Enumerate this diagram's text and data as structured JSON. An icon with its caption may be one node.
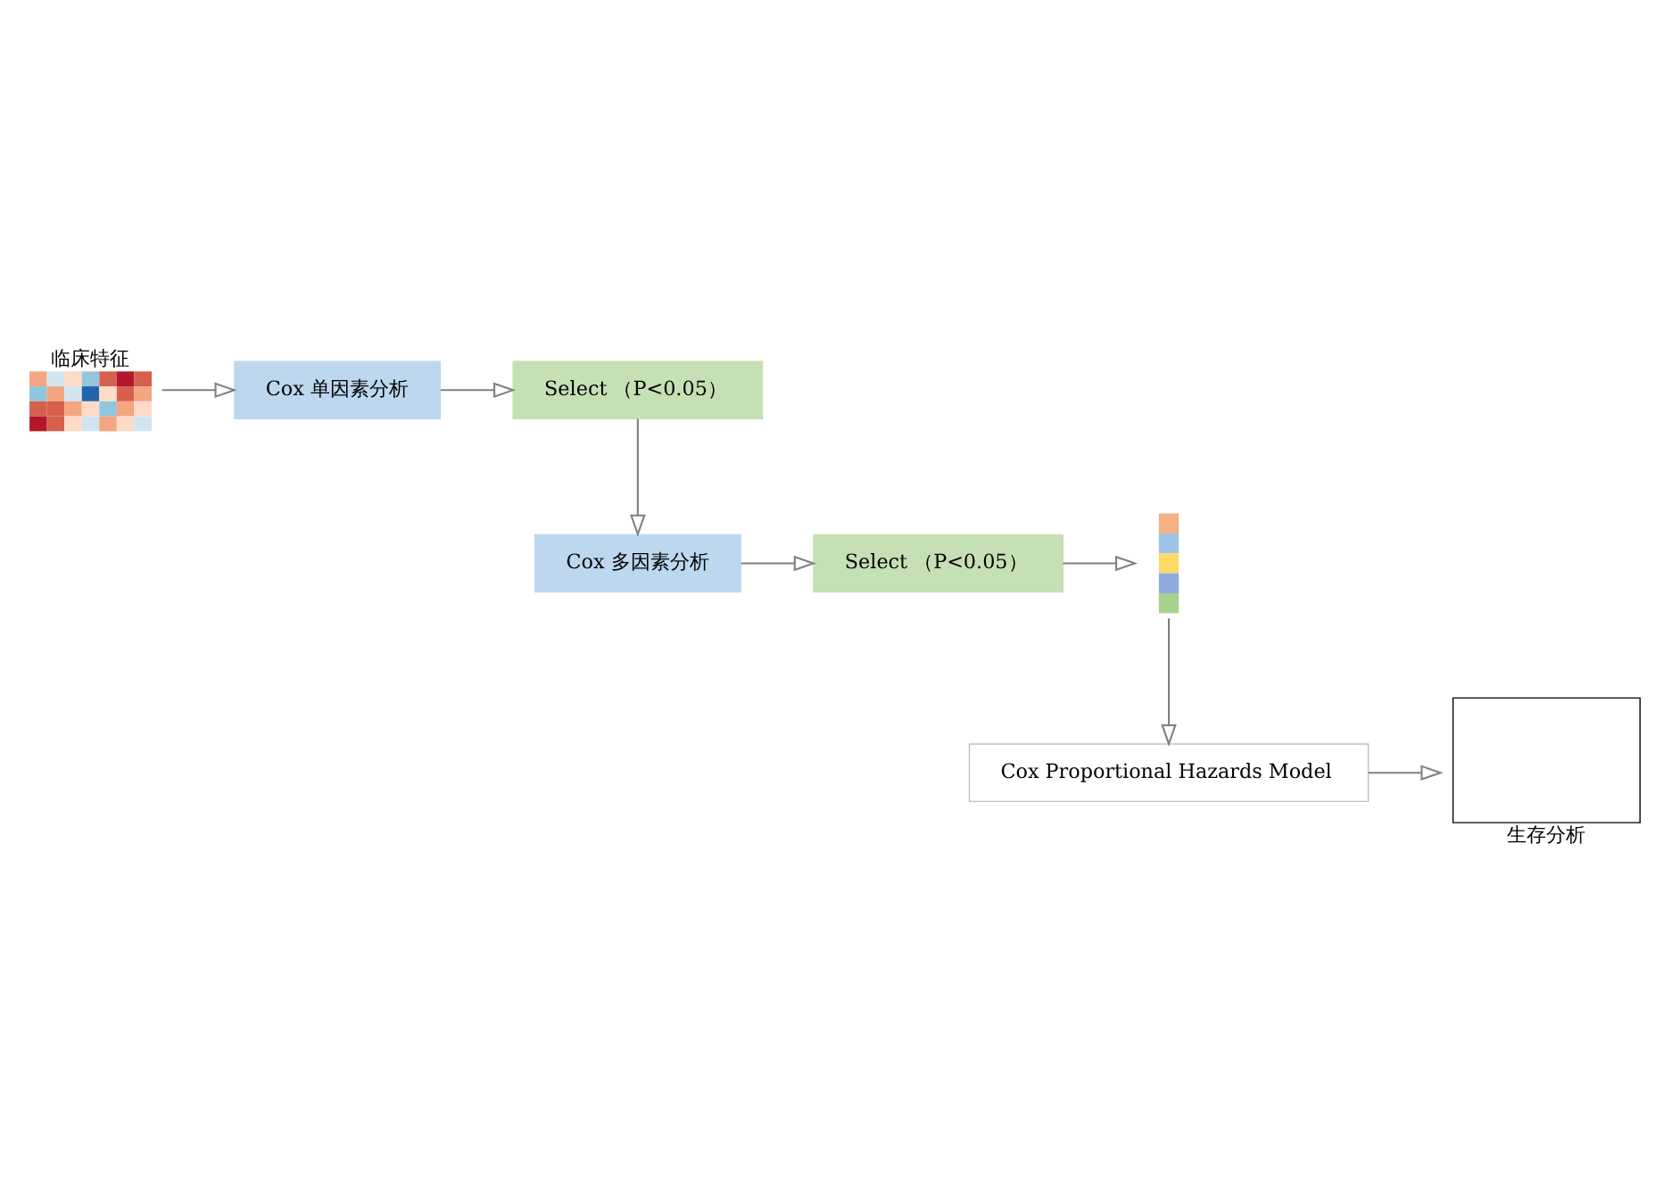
{
  "diagram": {
    "nodes": [
      {
        "text": [
          "临床特征"
        ]
      },
      {
        "text": [
          "Cox 单因素分析"
        ]
      },
      {
        "text": [
          "Select （P<0.05）"
        ]
      },
      {
        "text": [
          "Cox 多因素分析"
        ]
      },
      {
        "text": [
          "Select （P<0.05）"
        ]
      },
      {
        "text": [],
        "shape": "bar"
      },
      {
        "text": [
          "Cox Proportional Hazards Model"
        ]
      },
      {
        "text": [
          "生存分析"
        ]
      }
    ],
    "edges": [
      {
        "from": 0,
        "to": 1,
        "arrow": "to"
      },
      {
        "from": 1,
        "to": 2,
        "arrow": "to"
      },
      {
        "from": 2,
        "to": 3,
        "arrow": "to"
      },
      {
        "from": 3,
        "to": 4,
        "arrow": "to"
      },
      {
        "from": 4,
        "to": 5,
        "arrow": "to"
      },
      {
        "from": 5,
        "to": 6,
        "arrow": "to"
      },
      {
        "from": 6,
        "to": 7,
        "arrow": "to"
      }
    ]
  }
}
